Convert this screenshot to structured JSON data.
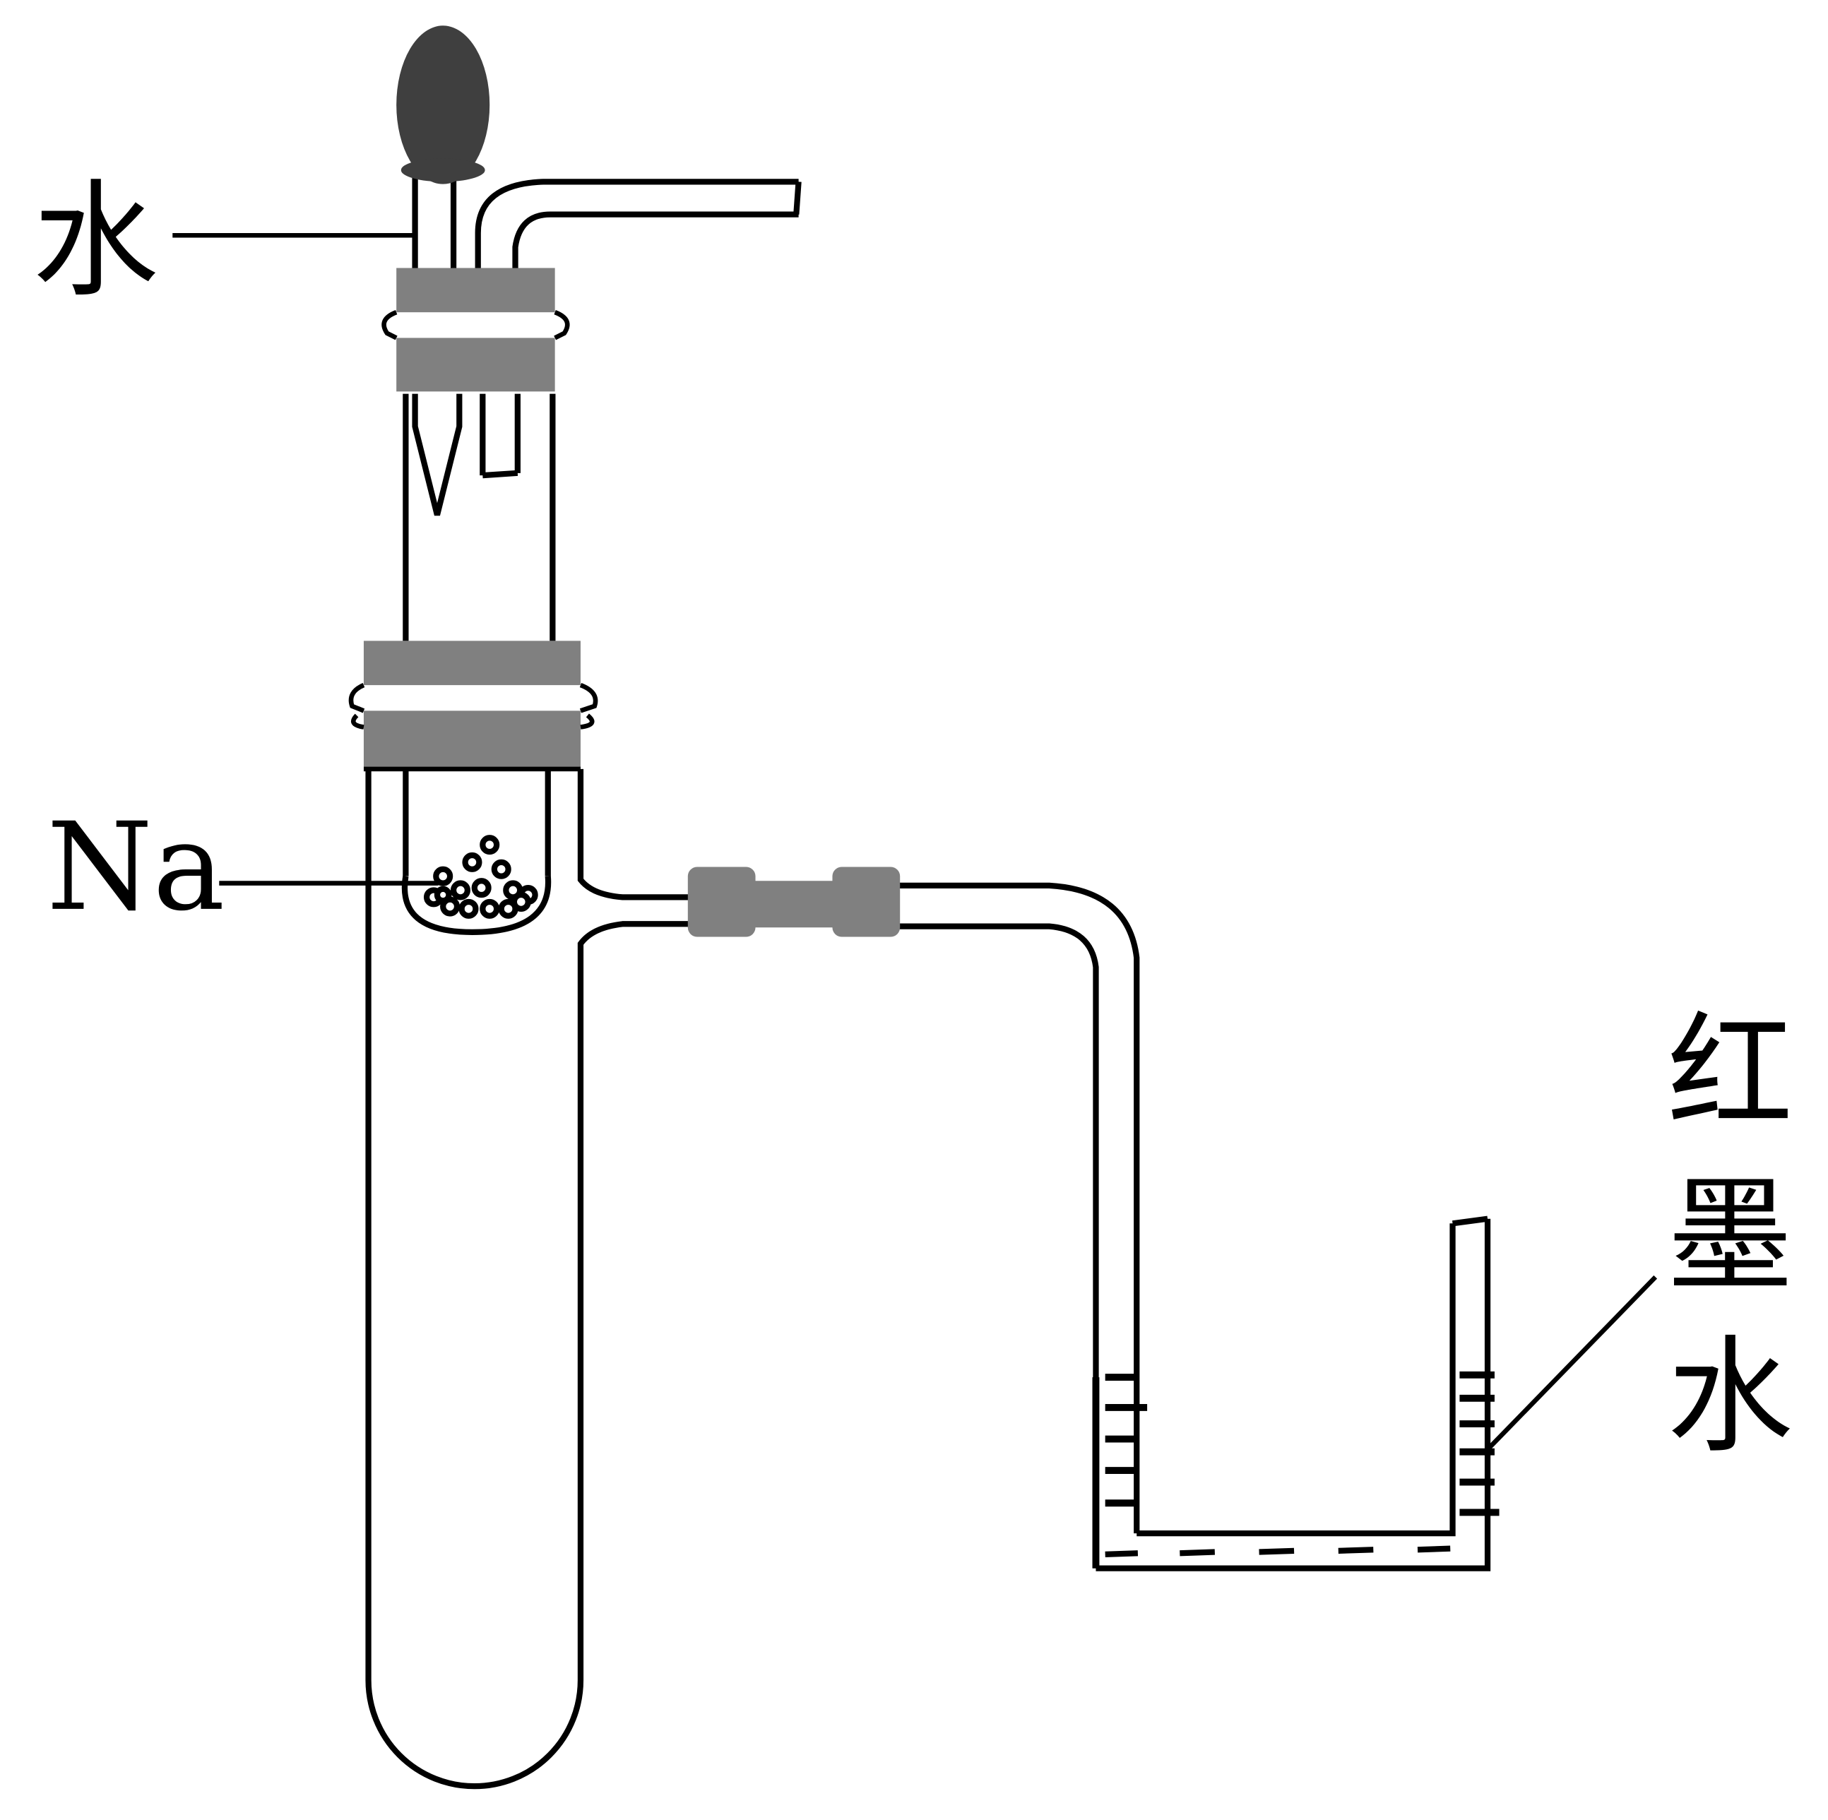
{
  "labels": {
    "water": "水",
    "sodium": "Na",
    "red_ink": [
      "红",
      "墨",
      "水"
    ]
  },
  "colors": {
    "stroke": "#000000",
    "stopper": "#808080",
    "bulb": "#3f3f3f",
    "glass": "#ffffff"
  },
  "icons": {
    "dropper": "rubber-bulb-dropper-icon",
    "stopper": "rubber-stopper-icon",
    "sodium": "sodium-pellets-icon",
    "connector": "rubber-tube-connector-icon",
    "u_tube": "u-tube-manometer-icon"
  }
}
